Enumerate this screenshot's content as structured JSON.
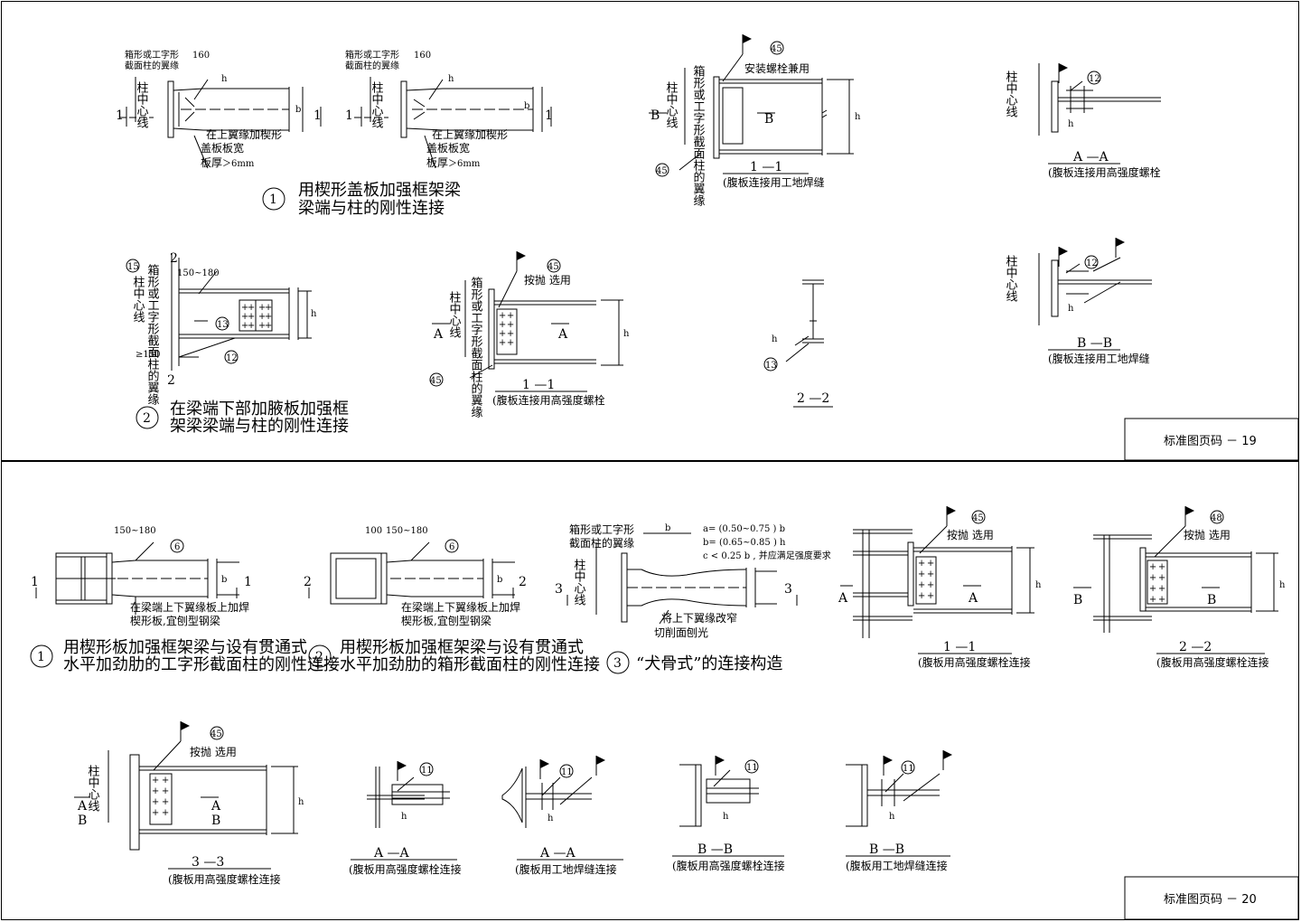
{
  "panel1": {
    "page_label": "标准图页码 － 19",
    "d1": {
      "note_a": "箱形或工字形",
      "note_b": "截面柱的翼缘",
      "dims": "160",
      "cut": "1",
      "col_center": "柱中心线",
      "bf": "b",
      "hf": "h",
      "note_c": "在上翼缘加楔形",
      "note_d": "盖板板宽",
      "note_e": "板厚",
      "note_e2": "＞6mm",
      "title_num": "1",
      "title_l1": "用楔形盖板加强框架梁",
      "title_l2": "梁端与柱的刚性连接"
    },
    "d11": {
      "callout": "安装螺栓兼用",
      "col_center": "柱中心线",
      "vert_note": "箱形或工字形截面柱的翼缘",
      "cut": "B",
      "hb": "h",
      "weld": "45",
      "label": "1 —1",
      "caption": "(腹板连接用工地焊缝"
    },
    "daa": {
      "label": "A —A",
      "caption": "(腹板连接用高强度螺栓",
      "weld": "12",
      "col_center": "柱中心线",
      "hf": "h"
    },
    "dbb": {
      "label": "B —B",
      "caption": "(腹板连接用工地焊缝",
      "weld": "12",
      "col_center": "柱中心线",
      "hf": "h"
    },
    "d2": {
      "cut": "2",
      "col_center": "柱中心线",
      "vert_note": "箱形或工字形截面柱的翼缘",
      "dims": "150~180",
      "weld1": "15",
      "weld2": "13",
      "weld3": "12",
      "ge": "≥150",
      "hb": "h",
      "title_num": "2",
      "title_l1": "在梁端下部加腋板加强框",
      "title_l2": "架梁梁端与柱的刚性连接"
    },
    "d211": {
      "callout": "按抛 选用",
      "cut": "A",
      "col_center": "柱中心线",
      "vert_note": "箱形或工字形截面柱的翼缘",
      "hb": "h",
      "weld": "45",
      "label": "1 —1",
      "caption": "(腹板连接用高强度螺栓"
    },
    "d22": {
      "label": "2 —2",
      "weld": "13",
      "hf": "h"
    }
  },
  "panel2": {
    "page_label": "标准图页码 － 20",
    "e1": {
      "dims": "150~180",
      "weld": "6",
      "cut": "1",
      "bf": "b",
      "note_a": "在梁端上下翼缘板上加焊",
      "note_b": "楔形板,宜刨型钢梁",
      "title_num": "1",
      "title_l1": "用楔形板加强框架梁与设有贯通式",
      "title_l2": "水平加劲肋的工字形截面柱的刚性连接"
    },
    "e2": {
      "dims_a": "100",
      "dims_b": "150~180",
      "weld": "6",
      "cut": "2",
      "bf": "b",
      "note_a": "在梁端上下翼缘板上加焊",
      "note_b": "楔形板,宜刨型钢梁",
      "title_num": "2",
      "title_l1": "用楔形板加强框架梁与设有贯通式",
      "title_l2": "水平加劲肋的箱形截面柱的刚性连接"
    },
    "e3": {
      "note_a": "箱形或工字形",
      "note_b": "截面柱的翼缘",
      "col_center": "柱中心线",
      "b": "b",
      "a_eq": "a= (0.50~0.75 ) b",
      "b_eq": "b= (0.65~0.85 ) h",
      "c_eq": "c < 0.25 b , 并应满足强度要求",
      "cut": "3",
      "note_c": "将上下翼缘改窄",
      "note_d": "切削面刨光",
      "title_num": "3",
      "title_l1": "“犬骨式”的连接构造"
    },
    "e11": {
      "weld": "45",
      "callout": "按抛 选用",
      "cut": "A",
      "hb": "h",
      "label": "1 —1",
      "caption": "(腹板用高强度螺栓连接"
    },
    "e22": {
      "weld": "48",
      "callout": "按抛 选用",
      "cut": "B",
      "hb": "h",
      "label": "2 —2",
      "caption": "(腹板用高强度螺栓连接"
    },
    "e33": {
      "weld": "45",
      "callout": "按抛 选用",
      "col_center": "柱中心线",
      "cut_a": "A",
      "cut_b": "B",
      "hb": "h",
      "label": "3 —3",
      "caption": "(腹板用高强度螺栓连接"
    },
    "s1": {
      "weld": "11",
      "hf": "h",
      "label": "A —A",
      "caption": "(腹板用高强度螺栓连接"
    },
    "s2": {
      "weld": "11",
      "hf": "h",
      "label": "A —A",
      "caption": "(腹板用工地焊缝连接"
    },
    "s3": {
      "weld": "11",
      "hf": "h",
      "label": "B —B",
      "caption": "(腹板用高强度螺栓连接"
    },
    "s4": {
      "weld": "11",
      "hf": "h",
      "label": "B —B",
      "caption": "(腹板用工地焊缝连接"
    }
  }
}
